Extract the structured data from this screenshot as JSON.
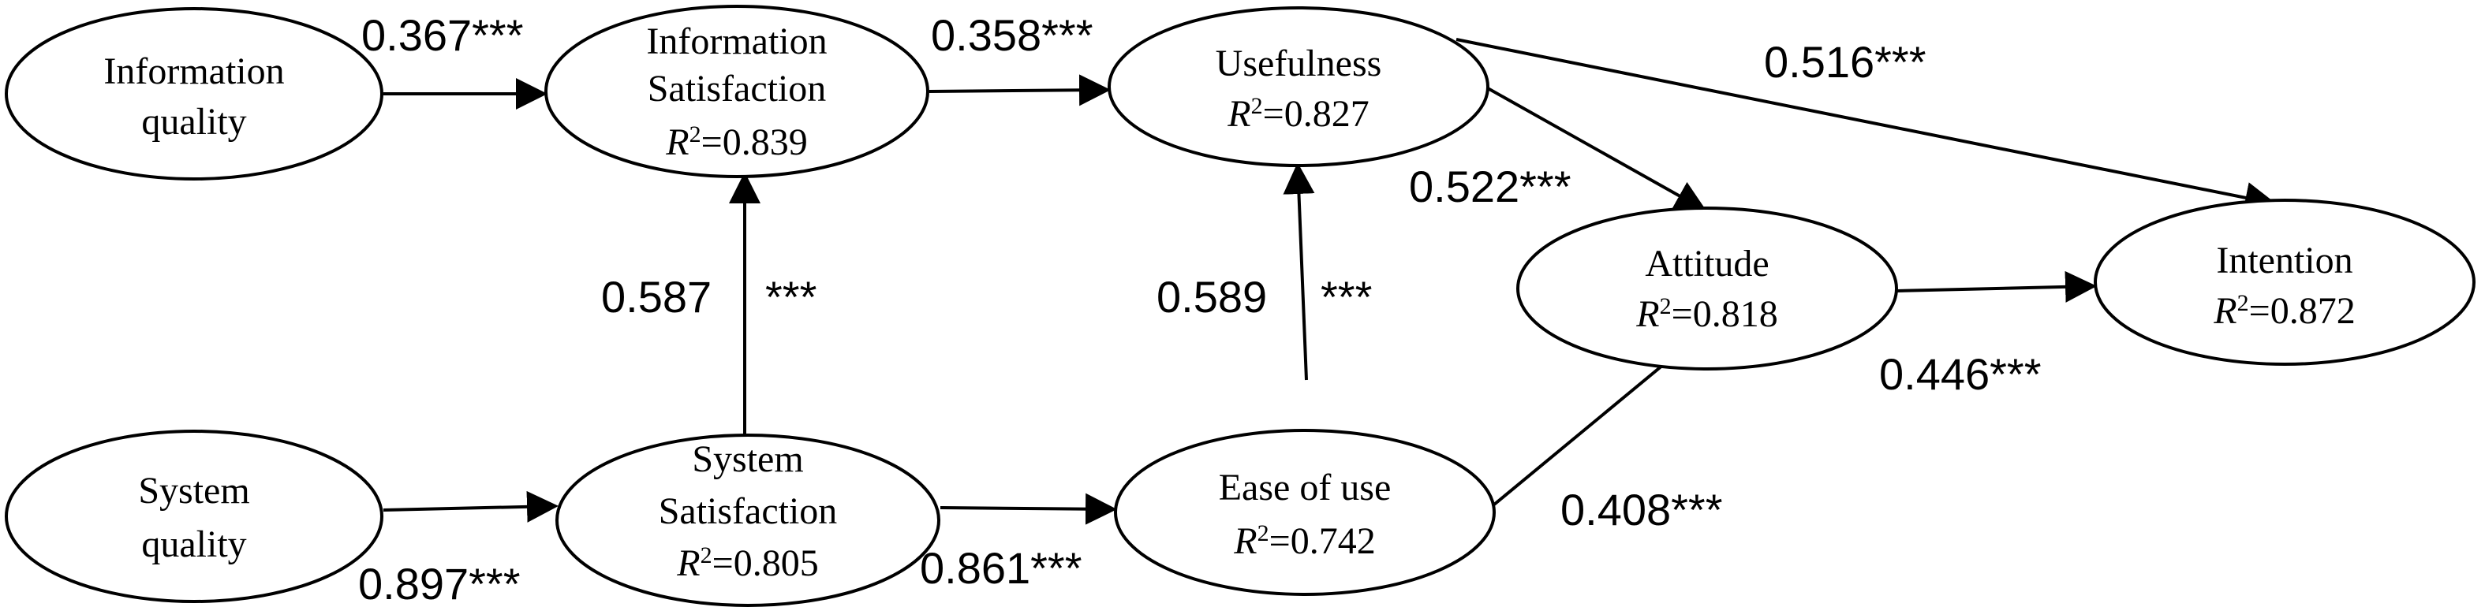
{
  "nodes": {
    "info_quality": {
      "lines": [
        "Information",
        "quality"
      ]
    },
    "info_satisfaction": {
      "lines": [
        "Information",
        "Satisfaction"
      ],
      "r2_symbol": "R",
      "r2_exp": "2",
      "r2_value": "=0.839"
    },
    "usefulness": {
      "lines": [
        "Usefulness"
      ],
      "r2_symbol": "R",
      "r2_exp": "2",
      "r2_value": "=0.827"
    },
    "attitude": {
      "lines": [
        "Attitude"
      ],
      "r2_symbol": "R",
      "r2_exp": "2",
      "r2_value": "=0.818"
    },
    "intention": {
      "lines": [
        "Intention"
      ],
      "r2_symbol": "R",
      "r2_exp": "2",
      "r2_value": "=0.872"
    },
    "system_quality": {
      "lines": [
        "System",
        "quality"
      ]
    },
    "system_satisfaction": {
      "lines": [
        "System",
        "Satisfaction"
      ],
      "r2_symbol": "R",
      "r2_exp": "2",
      "r2_value": "=0.805"
    },
    "ease_of_use": {
      "lines": [
        "Ease of use"
      ],
      "r2_symbol": "R",
      "r2_exp": "2",
      "r2_value": "=0.742"
    }
  },
  "paths": {
    "iq_to_is": "0.367***",
    "is_to_use": "0.358***",
    "use_to_int": "0.516***",
    "use_to_att": "0.522***",
    "ss_to_is_value": "0.587",
    "ss_to_is_sig": "***",
    "eou_to_use_value": "0.589",
    "eou_to_use_sig": "***",
    "att_to_int": "0.446***",
    "sq_to_ss": "0.897***",
    "ss_to_eou": "0.861***",
    "eou_to_att": "0.408***"
  }
}
